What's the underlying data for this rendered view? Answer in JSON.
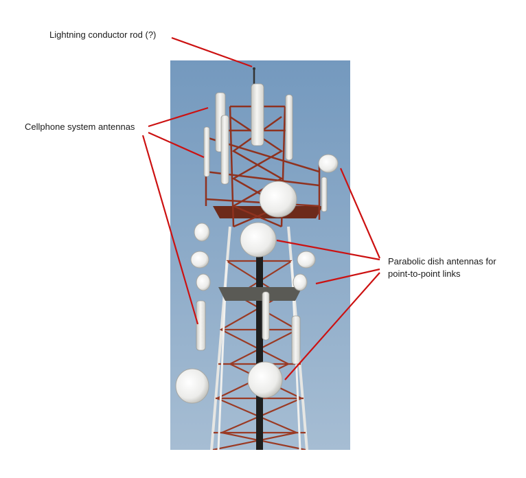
{
  "labels": {
    "lightning": "Lightning conductor rod (?)",
    "cellphone": "Cellphone system antennas",
    "parabolic_line1": "Parabolic dish antennas for",
    "parabolic_line2": "point-to-point links"
  },
  "colors": {
    "sky": "#7d9fc2",
    "steel_red": "#9a3a24",
    "steel_white": "#e9e9e6",
    "antenna": "#ededeb",
    "leader": "#cc1111"
  }
}
